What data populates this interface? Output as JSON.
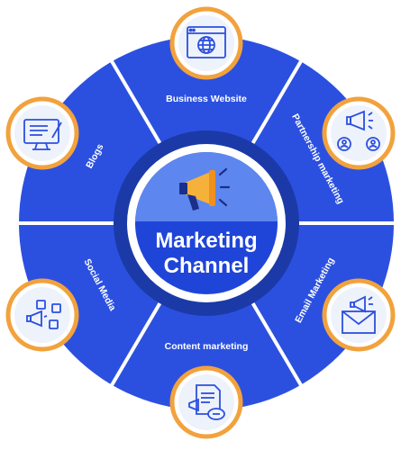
{
  "title": {
    "line1": "Marketing",
    "line2": "Channel"
  },
  "channels": [
    {
      "label": "Business Website",
      "icon": "browser-globe-icon"
    },
    {
      "label": "Partnership marketing",
      "icon": "megaphone-people-icon"
    },
    {
      "label": "Email Marketing",
      "icon": "envelope-megaphone-icon"
    },
    {
      "label": "Content marketing",
      "icon": "document-chat-icon"
    },
    {
      "label": "Social Media",
      "icon": "social-megaphone-icon"
    },
    {
      "label": "Blogs",
      "icon": "computer-document-icon"
    }
  ],
  "colors": {
    "ring": "#2b50e0",
    "inner_ring": "#1b3aa8",
    "core": "#1f45d8",
    "core_top": "#5d87ef",
    "badge_border": "#f2a23d",
    "badge_fill": "#eef2fb",
    "icon_stroke": "#2b50e0"
  }
}
